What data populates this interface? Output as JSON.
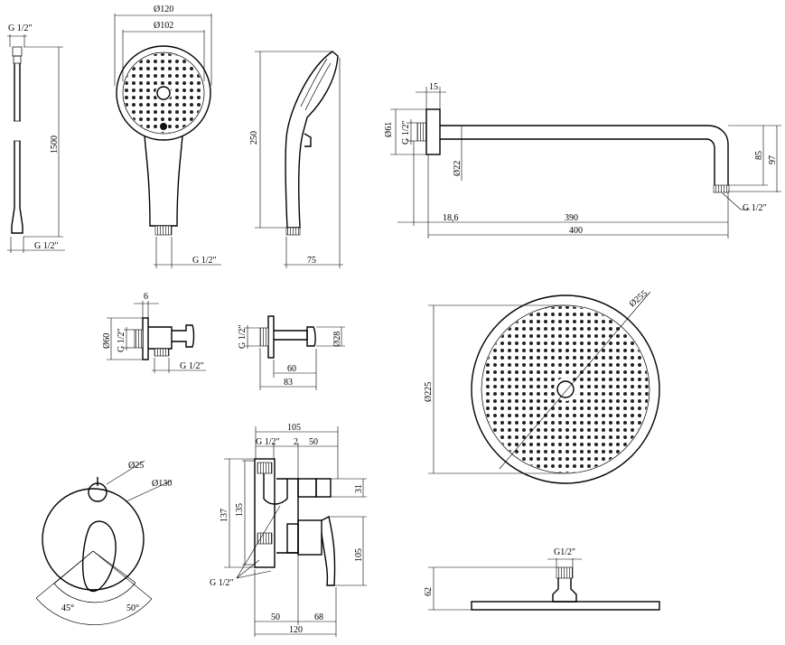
{
  "views": {
    "hose": {
      "thread_top": "G 1/2\"",
      "length": "1500",
      "thread_bottom": "G 1/2\""
    },
    "hand_shower_front": {
      "outer_diameter": "Ø120",
      "face_diameter": "Ø102",
      "thread": "G 1/2\""
    },
    "hand_shower_side": {
      "height": "250",
      "depth": "75"
    },
    "shower_arm": {
      "flange_thickness": "15",
      "flange_diameter": "Ø61",
      "thread_in": "G 1/2\"",
      "tube_diameter": "Ø22",
      "drop_inner": "85",
      "drop_outer": "97",
      "thread_out": "G 1/2\"",
      "offset": "18,6",
      "arm_length": "390",
      "total_length": "400"
    },
    "wall_outlet_holder": {
      "flange_thickness": "6",
      "flange_diameter": "Ø60",
      "thread_in": "G 1/2\"",
      "thread_out": "G 1/2\""
    },
    "wall_holder": {
      "thread": "G 1/2\"",
      "body_diameter": "Ø28",
      "arm_length": "60",
      "total_length": "83"
    },
    "rain_shower_front": {
      "outer_diameter": "Ø255",
      "face_diameter": "Ø225"
    },
    "rain_shower_side": {
      "thread": "G1/2\"",
      "height": "62"
    },
    "cover_plate": {
      "knob_diameter": "Ø25",
      "plate_diameter": "Ø130",
      "angle_left": "45°",
      "angle_right": "50°"
    },
    "mixer_section": {
      "total_depth": "105",
      "thread_top": "G 1/2\"",
      "offset_top": "2",
      "handle_depth": "50",
      "height_outer": "137",
      "height_inner": "135",
      "spout_height": "31",
      "lever_height": "105",
      "thread_side": "G 1/2\"",
      "body_depth": "50",
      "lever_depth": "68",
      "depth_bottom": "120"
    }
  }
}
